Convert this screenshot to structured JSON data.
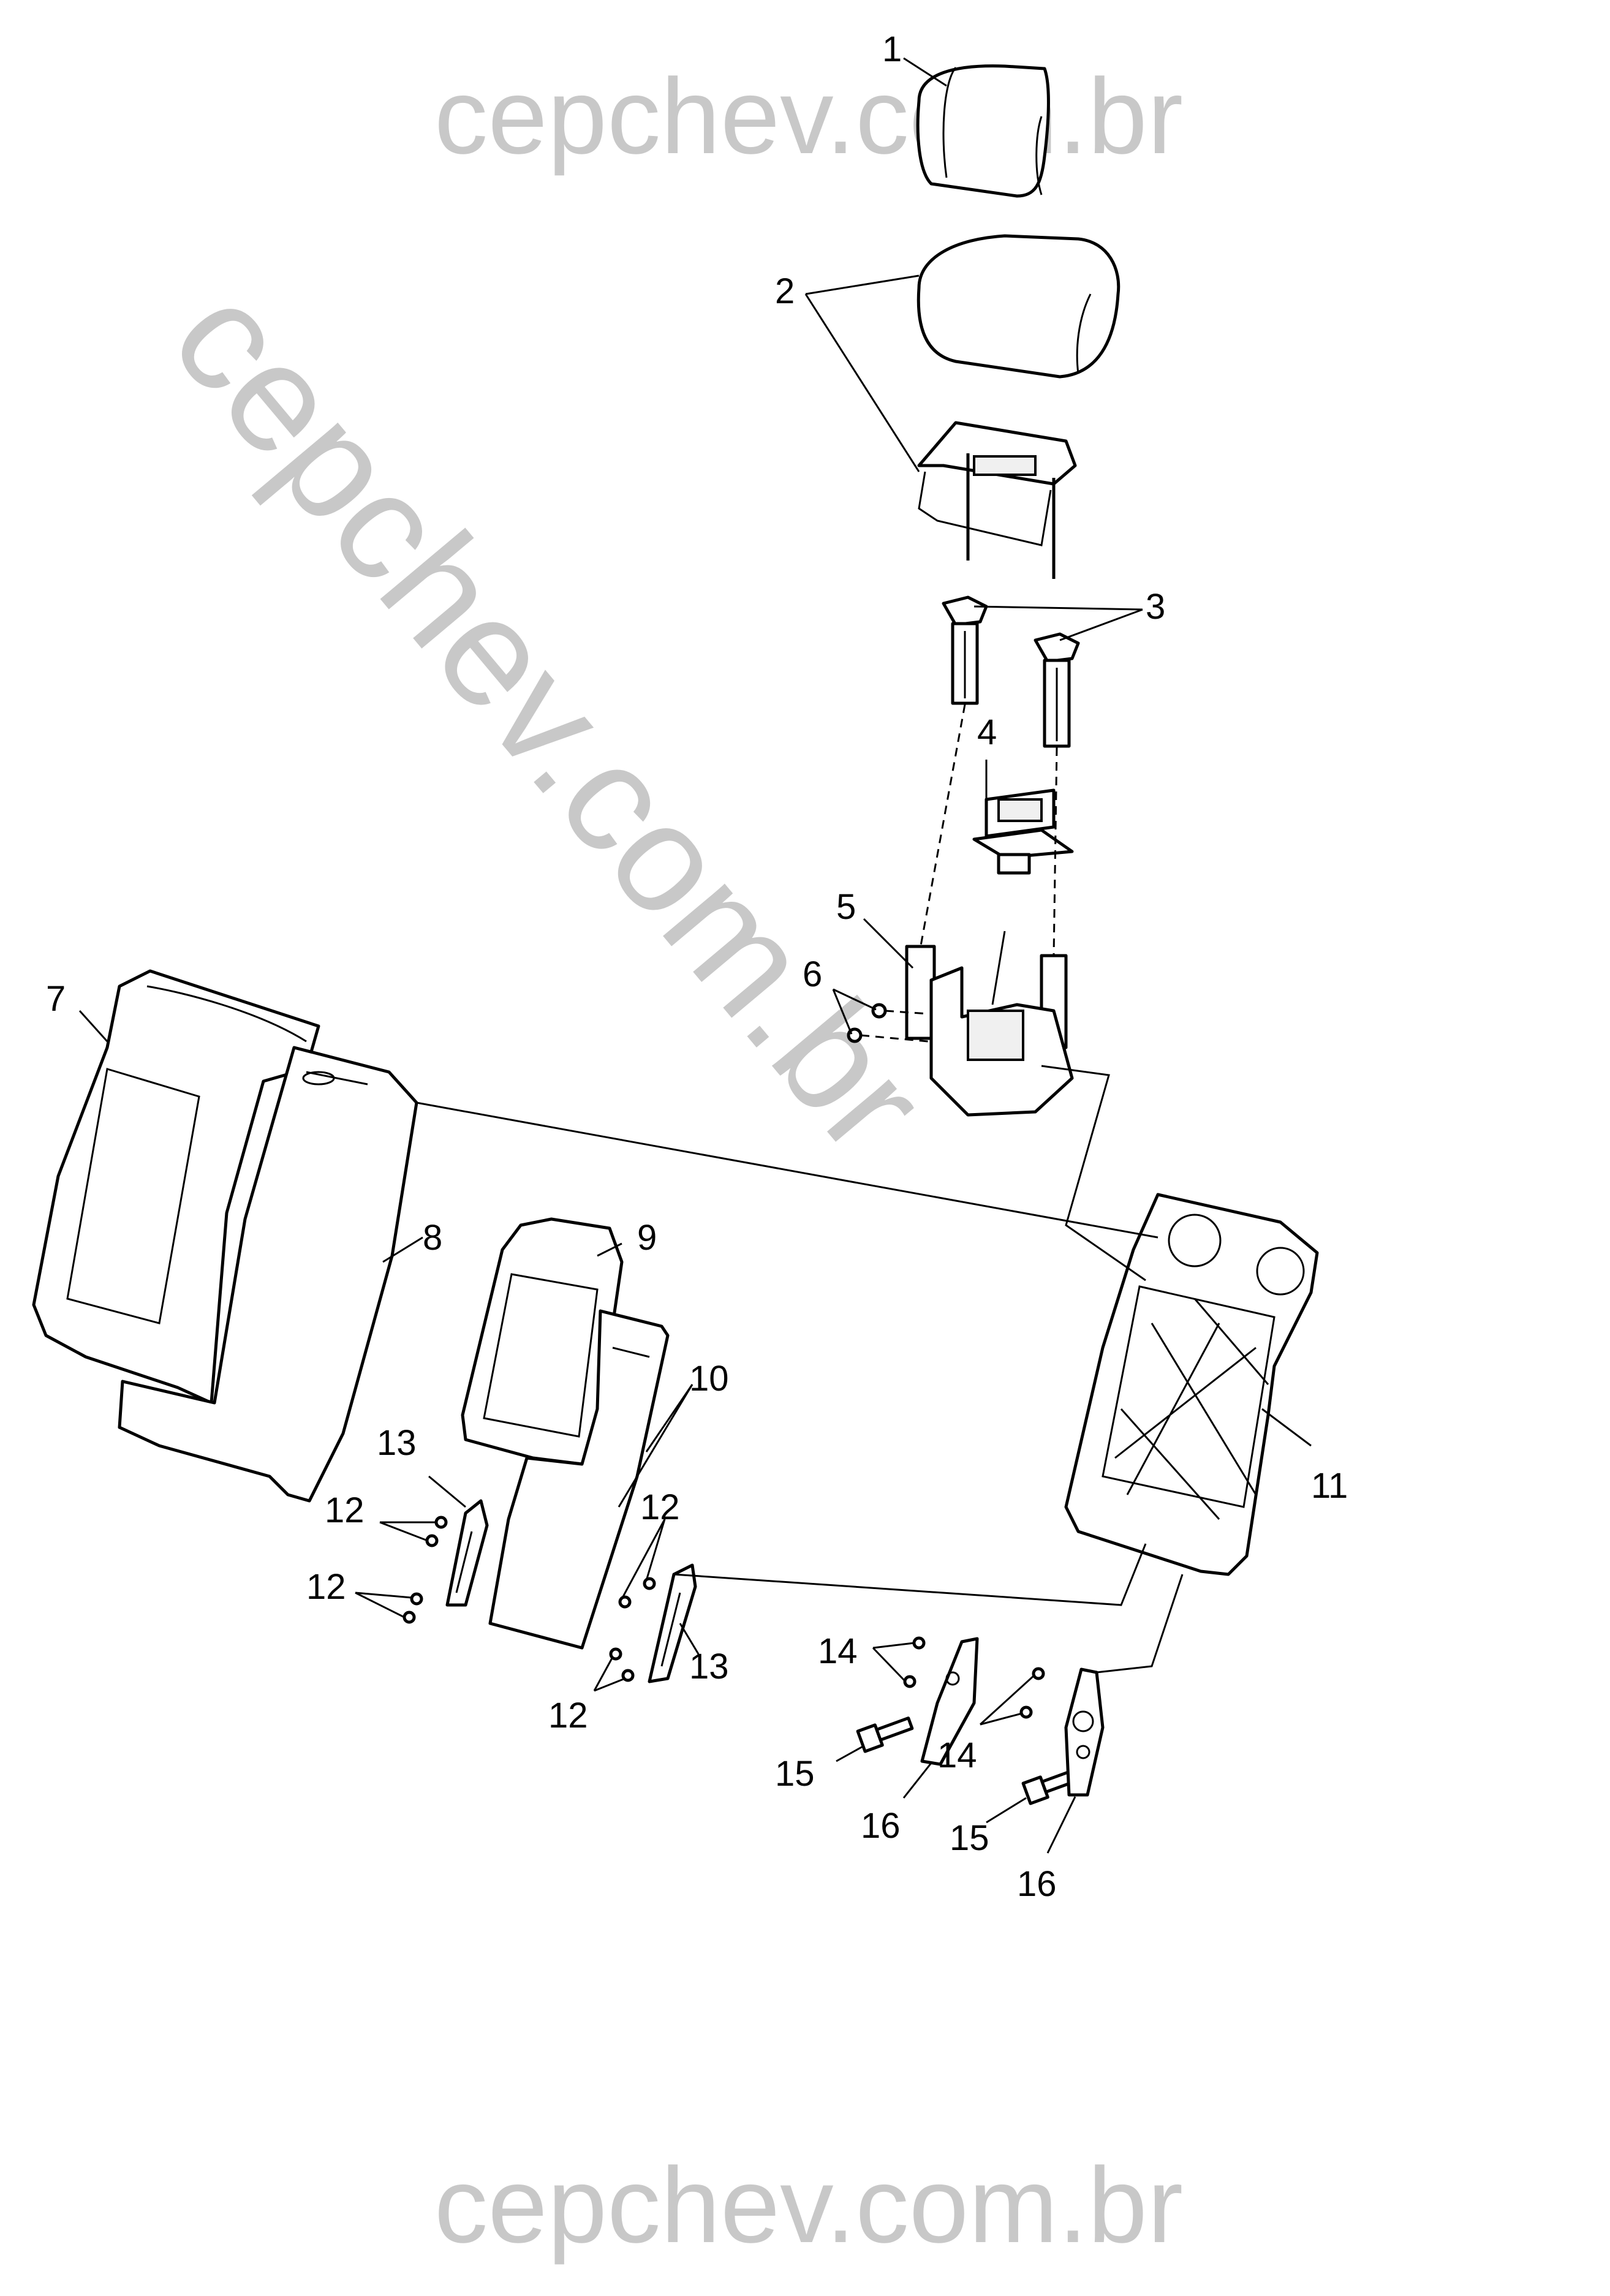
{
  "watermark": {
    "top": "cepchev.com.br",
    "diagonal": "cepchev.com.br",
    "bottom": "cepchev.com.br",
    "color": "#c8c8c8"
  },
  "callouts": [
    "1",
    "2",
    "3",
    "4",
    "5",
    "6",
    "7",
    "8",
    "9",
    "10",
    "11",
    "12",
    "12",
    "12",
    "12",
    "13",
    "13",
    "14",
    "14",
    "15",
    "15",
    "16",
    "16"
  ]
}
